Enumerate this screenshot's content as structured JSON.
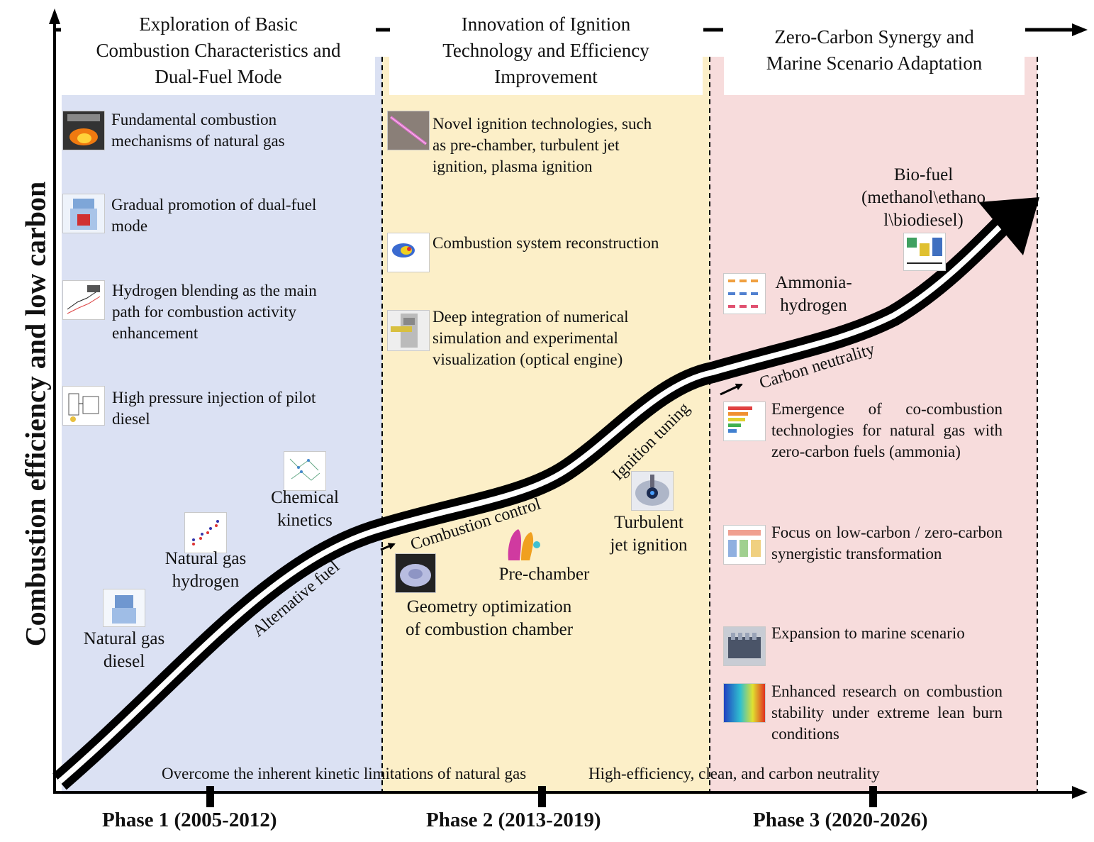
{
  "y_axis_title": "Combustion efficiency and low carbon",
  "phases": [
    {
      "header": [
        "Exploration of Basic",
        "Combustion Characteristics and",
        "Dual-Fuel Mode"
      ],
      "label": "Phase 1 (2005-2012)",
      "items": [
        [
          "Fundamental combustion",
          "mechanisms of natural gas"
        ],
        [
          "Gradual promotion of dual-fuel",
          "mode"
        ],
        [
          "Hydrogen blending as the main",
          "path for combustion activity",
          "enhancement"
        ],
        [
          "High pressure injection of pilot",
          "diesel"
        ]
      ],
      "labels": [
        [
          "Natural gas",
          "diesel"
        ],
        [
          "Natural gas",
          "hydrogen"
        ],
        [
          "Chemical",
          "kinetics"
        ]
      ]
    },
    {
      "header": [
        "Innovation of Ignition",
        "Technology and Efficiency",
        "Improvement"
      ],
      "label": "Phase 2 (2013-2019)",
      "items": [
        [
          "Novel ignition technologies, such",
          "as pre-chamber, turbulent jet",
          "ignition, plasma ignition"
        ],
        [
          "Combustion system reconstruction"
        ],
        [
          "Deep integration of numerical",
          "simulation and experimental",
          "visualization (optical engine)"
        ]
      ],
      "labels": [
        [
          "Geometry optimization",
          "of combustion chamber"
        ],
        [
          "Pre-chamber"
        ],
        [
          "Turbulent",
          "jet ignition"
        ]
      ]
    },
    {
      "header": [
        "Zero-Carbon Synergy and",
        "Marine Scenario Adaptation"
      ],
      "label": "Phase 3 (2020-2026)",
      "items": [
        "Emergence of co-combustion technologies for natural gas with zero-carbon fuels (ammonia)",
        "Focus on low-carbon / zero-carbon synergistic transformation",
        "Expansion to marine scenario",
        "Enhanced research on combustion stability under extreme lean burn conditions"
      ],
      "labels": [
        [
          "Ammonia-",
          "hydrogen"
        ],
        [
          "Bio-fuel",
          "(methanol\\ethano",
          "l\\biodiesel)"
        ]
      ]
    }
  ],
  "curve_labels": {
    "alternative_fuel": "Alternative fuel",
    "combustion_control": "Combustion control",
    "ignition_tuning": "Ignition tuning",
    "carbon_neutrality": "Carbon neutrality"
  },
  "bottom_left": "Overcome the inherent kinetic limitations of natural gas",
  "bottom_right": "High-efficiency, clean, and carbon neutrality",
  "colors": {
    "phase1": "#dbe1f3",
    "phase2": "#fcefc8",
    "phase3": "#f7dcdc",
    "axis": "#000000"
  }
}
